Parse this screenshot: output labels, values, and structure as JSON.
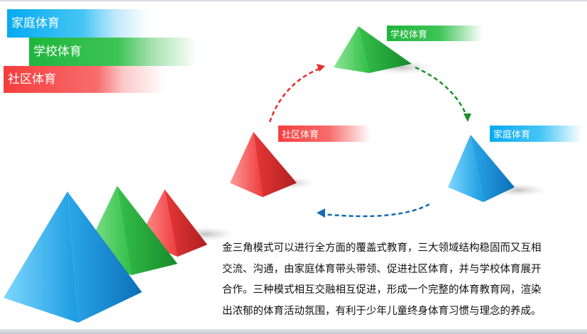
{
  "legend": [
    {
      "label": "家庭体育",
      "color": "#05aaf0"
    },
    {
      "label": "学校体育",
      "color": "#1fb53d"
    },
    {
      "label": "社区体育",
      "color": "#f63d3d"
    }
  ],
  "diagram": {
    "school": "学校体育",
    "community": "社区体育",
    "family": "家庭体育"
  },
  "description": [
    "金三角模式可以进行全方面的覆盖式教育，三大领域结构稳固而又互相",
    "交流、沟通，由家庭体育带头带领、促进社区体育，并与学校体育展开",
    "合作。三种模式相互交融相互促进，形成一个完整的体育教育网，渲染",
    "出浓郁的体育活动氛围，有利于少年儿童终身体育习惯与理念的养成。"
  ]
}
